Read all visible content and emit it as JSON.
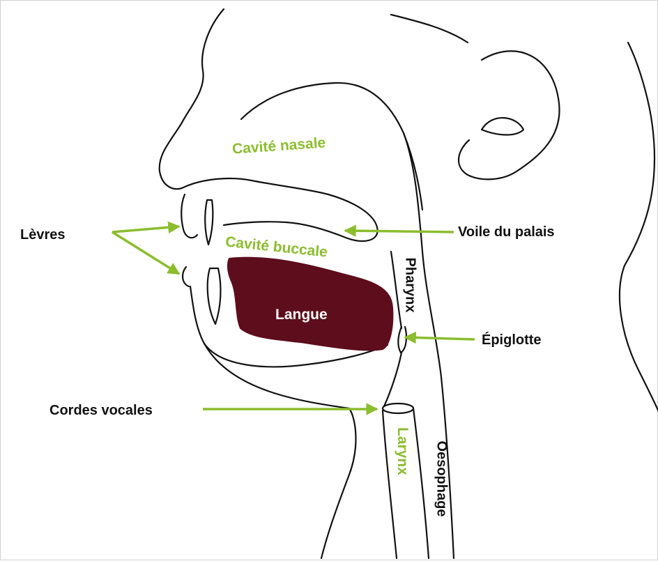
{
  "colors": {
    "accent": "#8bbd2e",
    "tongue": "#5e0d1c",
    "ink": "#111111"
  },
  "labels": {
    "cavite_nasale": "Cavité nasale",
    "cavite_buccale": "Cavité buccale",
    "langue": "Langue",
    "levres": "Lèvres",
    "voile_du_palais": "Voile du palais",
    "pharynx": "Pharynx",
    "epiglotte": "Épiglotte",
    "cordes_vocales": "Cordes vocales",
    "larynx": "Larynx",
    "oesophage": "Oesophage"
  }
}
